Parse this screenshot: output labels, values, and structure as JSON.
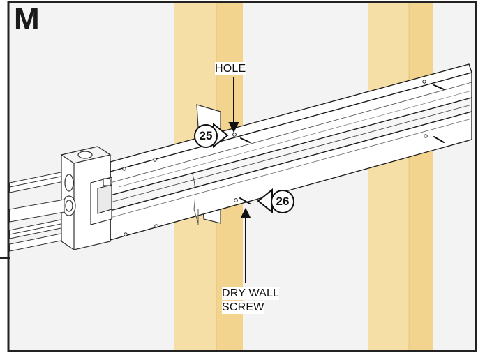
{
  "step": {
    "letter": "M"
  },
  "callouts": [
    {
      "number": "25"
    },
    {
      "number": "26"
    }
  ],
  "labels": {
    "hole": "HOLE",
    "screw_line1": "DRY WALL",
    "screw_line2": "SCREW"
  },
  "colors": {
    "stud": "#f6dfa7",
    "wall_background": "#f3f3f3",
    "trim": "#ffffff",
    "outline": "#1a1a1a"
  }
}
